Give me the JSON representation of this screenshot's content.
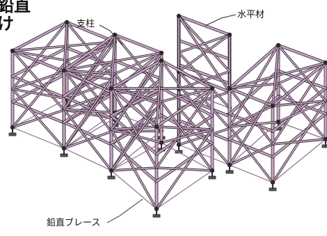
{
  "heading": {
    "line1": "鉛直",
    "line2": "け"
  },
  "labels": {
    "post": "支柱",
    "horizontal": "水平材",
    "brace": "鉛直ブレース"
  },
  "colors": {
    "background": "#ffffff",
    "frame": "#c8a2c6",
    "frame_dark": "#8f6f8e",
    "outline": "#2b2b2b",
    "base": "#555555",
    "text": "#111111"
  }
}
